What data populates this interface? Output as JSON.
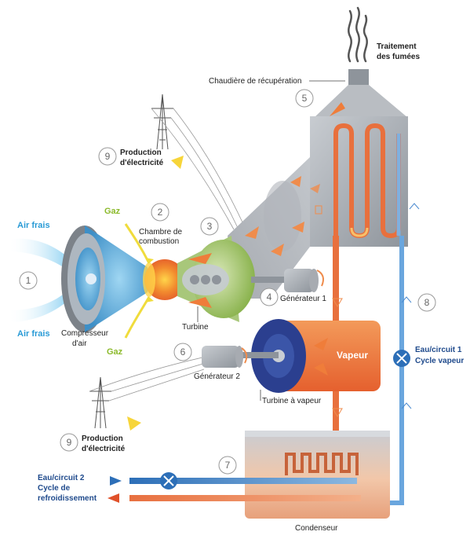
{
  "labels": {
    "traitement_line1": "Traitement",
    "traitement_line2": "des fumées",
    "chaudiere": "Chaudière de récupération",
    "production_line1": "Production",
    "production_line2": "d'électricité",
    "air_frais": "Air frais",
    "gaz": "Gaz",
    "chambre_line1": "Chambre de",
    "chambre_line2": "combustion",
    "compresseur_line1": "Compresseur",
    "compresseur_line2": "d'air",
    "turbine": "Turbine",
    "generateur1": "Générateur 1",
    "generateur2": "Générateur 2",
    "vapeur": "Vapeur",
    "turbine_vapeur": "Turbine à vapeur",
    "eau_circuit1_line1": "Eau/circuit 1",
    "eau_circuit1_line2": "Cycle vapeur",
    "eau_circuit2_line1": "Eau/circuit 2",
    "eau_circuit2_line2": "Cycle de",
    "eau_circuit2_line3": "refroidissement",
    "condenseur": "Condenseur"
  },
  "numbers": {
    "n1": "1",
    "n2": "2",
    "n3": "3",
    "n4": "4",
    "n5": "5",
    "n6": "6",
    "n7": "7",
    "n8": "8",
    "n9": "9"
  },
  "colors": {
    "gray_machine": "#9ea3a9",
    "hot_red": "#e05a32",
    "orange": "#f08a3c",
    "cold_blue": "#5aa0d8",
    "navy": "#2b3f8f",
    "green_turbine": "#8fbf4a",
    "air_blue": "#6cc4ee",
    "gas_yellow": "#f0dc3c"
  }
}
